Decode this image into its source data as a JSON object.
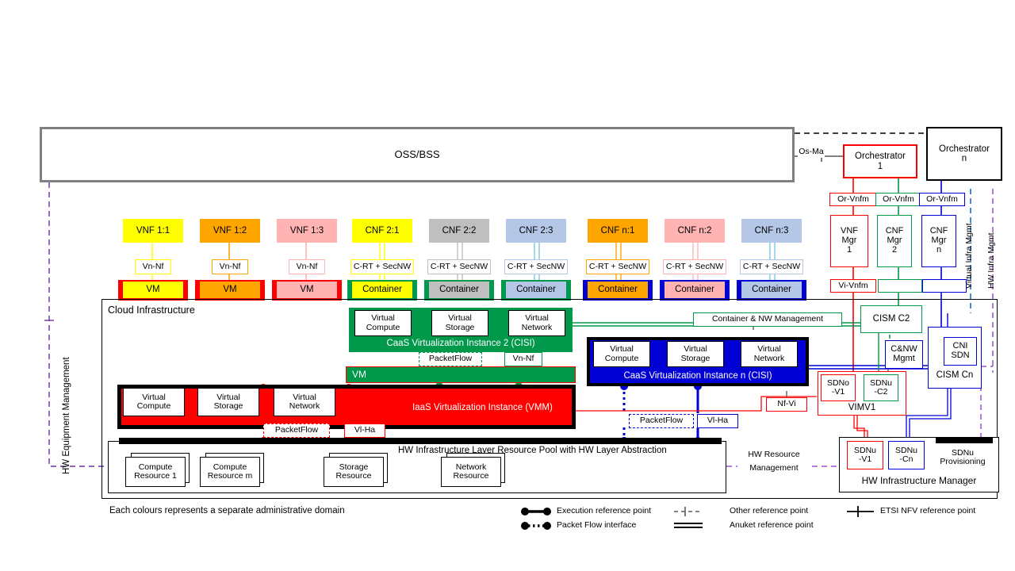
{
  "title": "NFV / Cloud Infrastructure Reference Architecture",
  "colors": {
    "yellow": "#ffff00",
    "orange": "#ffa500",
    "pink": "#ffb3b3",
    "grey": "#bfbfbf",
    "bluelight": "#b4c7e7",
    "red": "#ff0000",
    "green": "#00984a",
    "blue": "#0000d4",
    "black": "#000000",
    "purple": "#7030a0",
    "greyborder": "#808080"
  },
  "top": {
    "ossbss": "OSS/BSS",
    "os_ma": "Os-Ma",
    "orchestrator1": "Orchestrator\n1",
    "orchestrator1_line1": "Orchestrator",
    "orchestrator1_line2": "1",
    "orchestratorn_line1": "Orchestrator",
    "orchestratorn_line2": "n"
  },
  "nf_columns": [
    {
      "name": "VNF 1:1",
      "color": "#ffff00",
      "iface": "Vn-Nf",
      "runtime": "VM",
      "bar": "#ff0000"
    },
    {
      "name": "VNF 1:2",
      "color": "#ffa500",
      "iface": "Vn-Nf",
      "runtime": "VM",
      "bar": "#ff0000"
    },
    {
      "name": "VNF 1:3",
      "color": "#ffb3b3",
      "iface": "Vn-Nf",
      "runtime": "VM",
      "bar": "#ff0000"
    },
    {
      "name": "CNF 2:1",
      "color": "#ffff00",
      "iface": "C-RT + SecNW",
      "runtime": "Container",
      "bar": "#00984a"
    },
    {
      "name": "CNF 2:2",
      "color": "#bfbfbf",
      "iface": "C-RT + SecNW",
      "runtime": "Container",
      "bar": "#00984a"
    },
    {
      "name": "CNF 2:3",
      "color": "#b4c7e7",
      "iface": "C-RT + SecNW",
      "runtime": "Container",
      "bar": "#00984a"
    },
    {
      "name": "CNF n:1",
      "color": "#ffa500",
      "iface": "C-RT + SecNW",
      "runtime": "Container",
      "bar": "#0000d4"
    },
    {
      "name": "CNF n:2",
      "color": "#ffb3b3",
      "iface": "C-RT + SecNW",
      "runtime": "Container",
      "bar": "#0000d4"
    },
    {
      "name": "CNF n:3",
      "color": "#b4c7e7",
      "iface": "C-RT + SecNW",
      "runtime": "Container",
      "bar": "#0000d4"
    }
  ],
  "managers": {
    "or_vnfm": "Or-Vnfm",
    "vi_vnfm": "Vi-Vnfm",
    "vnf_mgr_1": "VNF\nMgr\n1",
    "vnf_mgr_1_l1": "VNF",
    "vnf_mgr_1_l2": "Mgr",
    "vnf_mgr_1_l3": "1",
    "cnf_mgr_2_l1": "CNF",
    "cnf_mgr_2_l2": "Mgr",
    "cnf_mgr_2_l3": "2",
    "cnf_mgr_n_l1": "CNF",
    "cnf_mgr_n_l2": "Mgr",
    "cnf_mgr_n_l3": "n"
  },
  "vertical_labels": {
    "hw_equipment_management": "HW Equipment Management",
    "virtual_infra_mgmt": "Virtual Infra Mgmt",
    "hw_infra_mgmt": "HW Infra Mgmt",
    "hw_resource_management_l1": "HW Resource",
    "hw_resource_management_l2": "Management"
  },
  "cloud": {
    "title": "Cloud Infrastructure",
    "caas2": {
      "label": "CaaS Virtualization Instance 2 (CISI)",
      "resources": [
        "Virtual\nCompute",
        "Virtual\nStorage",
        "Virtual\nNetwork"
      ],
      "r1a": "Virtual",
      "r1b": "Compute",
      "r2a": "Virtual",
      "r2b": "Storage",
      "r3a": "Virtual",
      "r3b": "Network"
    },
    "caasn": {
      "label": "CaaS Virtualization Instance n (CISI)",
      "r1a": "Virtual",
      "r1b": "Compute",
      "r2a": "Virtual",
      "r2b": "Storage",
      "r3a": "Virtual",
      "r3b": "Network"
    },
    "vm_label": "VM",
    "iaas": {
      "label": "IaaS Virtualization Instance (VMM)",
      "r1a": "Virtual",
      "r1b": "Compute",
      "r2a": "Virtual",
      "r2b": "Storage",
      "r3a": "Virtual",
      "r3b": "Network"
    },
    "hw_pool_label": "HW Infrastructure Layer Resource Pool with HW Layer Abstraction",
    "hw_resources": [
      {
        "l1": "Compute",
        "l2": "Resource 1"
      },
      {
        "l1": "Compute",
        "l2": "Resource m"
      },
      {
        "l1": "Storage",
        "l2": "Resource"
      },
      {
        "l1": "Network",
        "l2": "Resource"
      }
    ],
    "ifaces": {
      "packetflow": "PacketFlow",
      "vn_nf": "Vn-Nf",
      "vi_ha": "Vl-Ha",
      "nf_vi": "Nf-Vi"
    }
  },
  "right_mgmt": {
    "container_nw_management": "Container & NW Management",
    "cism_c2": "CISM C2",
    "cnw_mgmt_l1": "C&NW",
    "cnw_mgmt_l2": "Mgmt",
    "cni_sdn_l1": "CNI",
    "cni_sdn_l2": "SDN",
    "cism_cn": "CISM Cn",
    "sdno_v1_l1": "SDNo",
    "sdno_v1_l2": "-V1",
    "sdnu_c2_l1": "SDNu",
    "sdnu_c2_l2": "-C2",
    "vimv1": "VIMV1",
    "sdnu_v1_l1": "SDNu",
    "sdnu_v1_l2": "-V1",
    "sdnu_cn_l1": "SDNu",
    "sdnu_cn_l2": "-Cn",
    "sdnu_prov_l1": "SDNu",
    "sdnu_prov_l2": "Provisioning",
    "hw_infrastructure_manager": "HW Infrastructure Manager"
  },
  "legend": {
    "note": "Each colours represents a separate administrative domain",
    "items": [
      {
        "key": "execution-reference-point",
        "label": "Execution reference point"
      },
      {
        "key": "packet-flow-interface",
        "label": "Packet Flow interface"
      },
      {
        "key": "other-reference-point",
        "label": "Other reference point"
      },
      {
        "key": "anuket-reference-point",
        "label": "Anuket  reference point"
      },
      {
        "key": "etsi-nfv-reference-point",
        "label": "ETSI NFV reference point"
      }
    ]
  }
}
